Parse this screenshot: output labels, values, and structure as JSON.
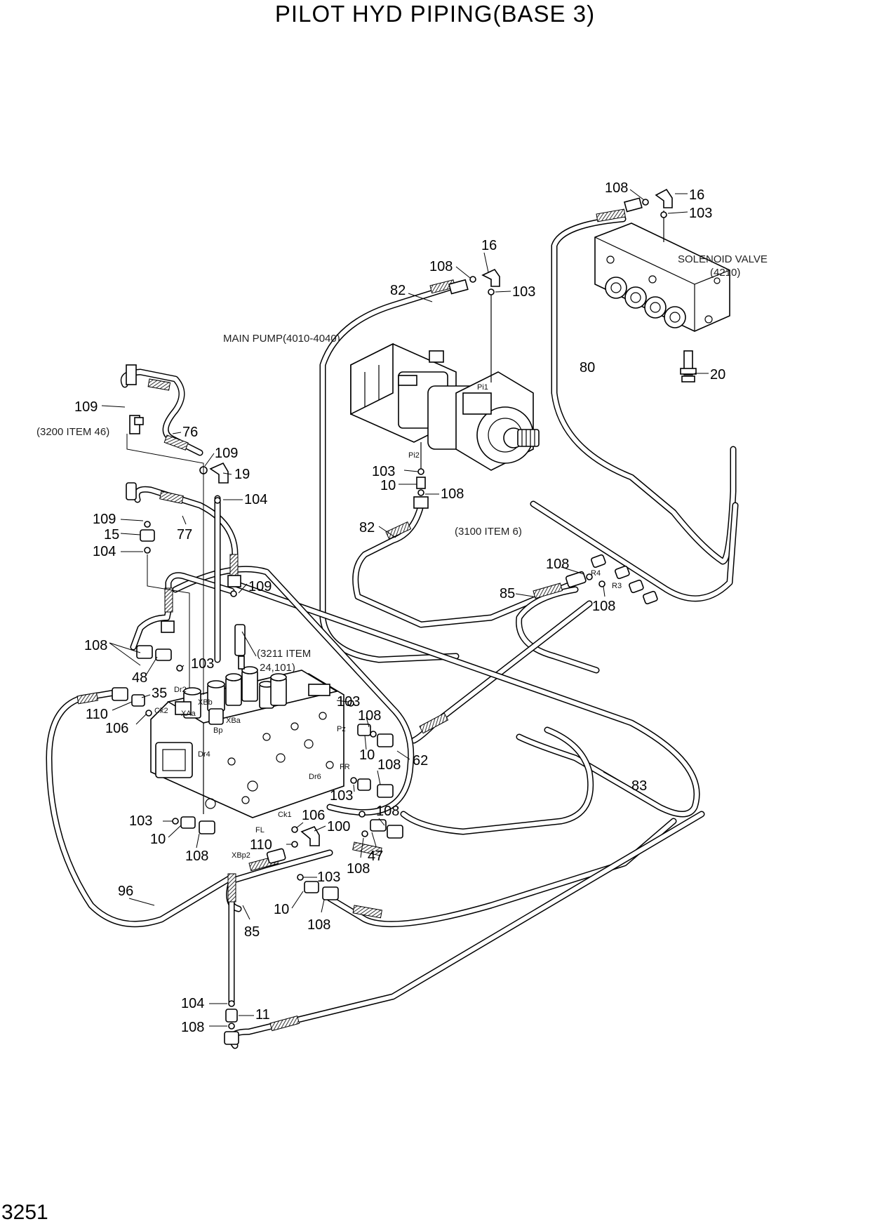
{
  "title": "PILOT HYD PIPING(BASE 3)",
  "page_number": "3251",
  "components": {
    "main_pump": "MAIN PUMP(4010-4040)",
    "solenoid_valve": "SOLENOID VALVE",
    "solenoid_valve_ref": "(4210)",
    "ref_3200": "(3200 ITEM 46)",
    "ref_3100": "(3100 ITEM 6)",
    "ref_3211_line1": "(3211 ITEM",
    "ref_3211_line2": "24,101)"
  },
  "ports": {
    "pi1": "Pi1",
    "pi2": "Pi2",
    "r4": "R4",
    "r3": "R3",
    "dr2": "Dr2",
    "xbb": "XBb",
    "ck2": "Ck2",
    "xaa": "XAa",
    "xba": "XBa",
    "bp": "Bp",
    "dr4": "Dr4",
    "pz": "Pz",
    "fr": "FR",
    "dr6": "Dr6",
    "ck1": "Ck1",
    "fl": "FL",
    "xbp2": "XBp2"
  },
  "callouts": {
    "c108_sv": "108",
    "c16_sv": "16",
    "c103_sv": "103",
    "c80": "80",
    "c20": "20",
    "c16_mp": "16",
    "c108_mp": "108",
    "c82_top": "82",
    "c103_mp": "103",
    "c103_pi2": "103",
    "c10_pi2": "10",
    "c108_pi2": "108",
    "c82_low": "82",
    "c109_a": "109",
    "c76": "76",
    "c109_b": "109",
    "c19": "19",
    "c104_a": "104",
    "c109_c": "109",
    "c15": "15",
    "c77": "77",
    "c104_b": "104",
    "c109_d": "109",
    "c108_r4": "108",
    "c85_r": "85",
    "c108_r3": "108",
    "c108_left": "108",
    "c103_left": "103",
    "c48": "48",
    "c35": "35",
    "c110_left": "110",
    "c106_left": "106",
    "c103_pz": "103",
    "c108_pz": "108",
    "c10_pz": "10",
    "c62": "62",
    "c108_fr": "108",
    "c103_fr": "103",
    "c83": "83",
    "c106_ck1": "106",
    "c108_ck1": "108",
    "c100": "100",
    "c103_fl": "103",
    "c10_fl": "10",
    "c108_fl": "108",
    "c110_xbp": "110",
    "c47": "47",
    "c108_47": "108",
    "c103_b": "103",
    "c96": "96",
    "c10_b": "10",
    "c108_b": "108",
    "c85_b": "85",
    "c104_bot": "104",
    "c11": "11",
    "c108_bot": "108"
  }
}
